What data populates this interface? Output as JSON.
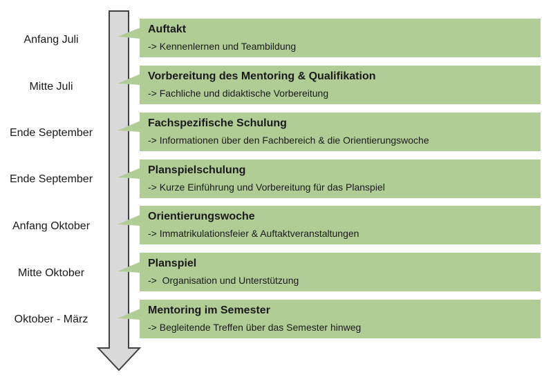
{
  "colors": {
    "box_fill": "#afcd95",
    "arrow_fill": "#d9d9d9",
    "arrow_stroke": "#404040"
  },
  "steps": [
    {
      "date": "Anfang Juli",
      "title": "Auftakt",
      "desc": "-> Kennenlernen und Teambildung"
    },
    {
      "date": "Mitte Juli",
      "title": "Vorbereitung des Mentoring & Qualifikation",
      "desc": "-> Fachliche und didaktische Vorbereitung"
    },
    {
      "date": "Ende September",
      "title": "Fachspezifische Schulung",
      "desc": "-> Informationen über den Fachbereich & die Orientierungswoche"
    },
    {
      "date": "Ende September",
      "title": "Planspielschulung",
      "desc": "-> Kurze Einführung und Vorbereitung für das Planspiel"
    },
    {
      "date": "Anfang Oktober",
      "title": "Orientierungswoche",
      "desc": "-> Immatrikulationsfeier & Auftaktveranstaltungen"
    },
    {
      "date": "Mitte Oktober",
      "title": "Planspiel",
      "desc": "->  Organisation und Unterstützung"
    },
    {
      "date": "Oktober - März",
      "title": "Mentoring im Semester",
      "desc": "-> Begleitende Treffen über das Semester hinweg"
    }
  ]
}
